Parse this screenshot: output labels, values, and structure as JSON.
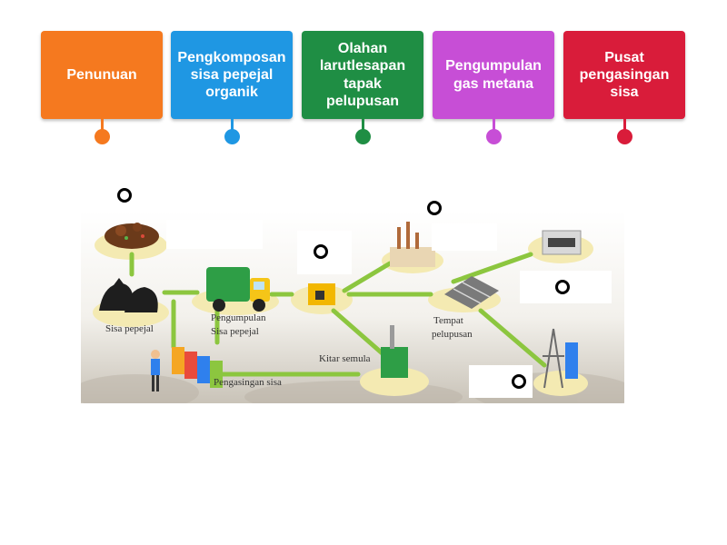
{
  "cards": [
    {
      "label": "Penunuan",
      "color": "#f5791f"
    },
    {
      "label": "Pengkomposan sisa pepejal organik",
      "color": "#1f97e3"
    },
    {
      "label": "Olahan larutlesapan tapak pelupusan",
      "color": "#1f8e44"
    },
    {
      "label": "Pengumpulan gas metana",
      "color": "#c74ed6"
    },
    {
      "label": "Pusat pengasingan sisa",
      "color": "#d91c3a"
    }
  ],
  "diagram": {
    "labels": {
      "sisa_pepejal": "Sisa pepejal",
      "pengumpulan_1": "Pengumpulan",
      "pengumpulan_2": "Sisa pepejal",
      "kitar_semula": "Kitar semula",
      "pengasingan_sisa": "Pengasingan sisa",
      "tempat_1": "Tempat",
      "tempat_2": "pelupusan"
    }
  }
}
